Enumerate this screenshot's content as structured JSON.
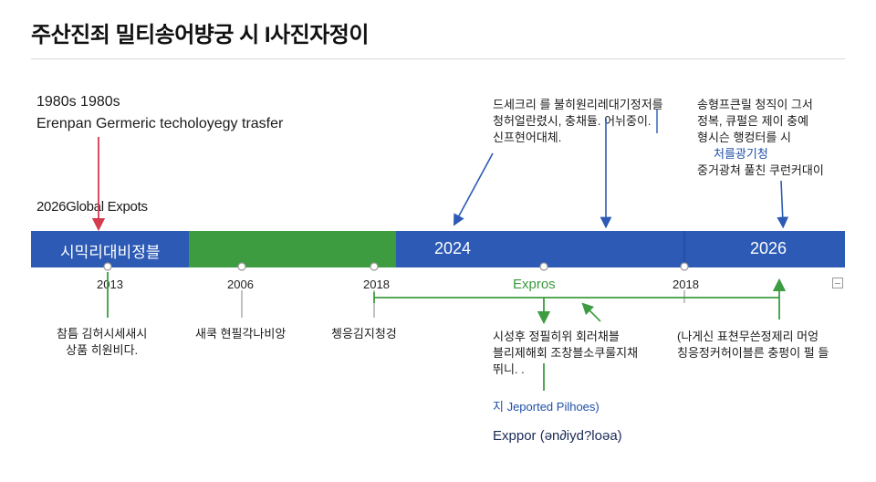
{
  "title": "주산진죄 밀티송어뱡궁 시 I사진자정이",
  "left_annotation": {
    "year": "1980s 1980s",
    "label": "Erenpan Germeric techoloyegy trasfer",
    "export_label": "2026Global Expots"
  },
  "timeline": {
    "first_segment_label": "시믹리대비정블",
    "label_2024": "2024",
    "label_2026": "2026",
    "exports_label": "Expros",
    "ticks": [
      "2013",
      "2006",
      "2018",
      "2018"
    ]
  },
  "top_notes": {
    "note1": [
      "드세크리 를 불히원리레대기정저를",
      "청허얼란렸시,  충채듈.  어뉘중이.",
      "신프현어대체."
    ],
    "note2": [
      "송형프큰릴 청직이 그서",
      "정복,  큐펄은 제이 충예",
      "형시슨  행컹터를 시"
    ],
    "note2_highlight": "처를광기청",
    "note2_last": "중거광쳐 풀친 쿠런커대이"
  },
  "bottom_notes": {
    "note1": [
      "참틈 김허시세새시",
      "상품 히원비다."
    ],
    "note2": "새쿡 현필각나비앙",
    "note3": "쳉응김지청겅",
    "note4": [
      "시성후 정필히위 회러채블",
      "블리제해회  조창블소쿠룰지채",
      "뛰니. ."
    ],
    "note5": [
      "(나게신 표쳔무쓴정제리 머엉",
      "칭응정커허이블른 충펑이 펄 들"
    ],
    "imported": "지 Jeported Pilhoes)",
    "export_line": "Exppor (ən∂iyd?loəa)"
  },
  "colors": {
    "blue": "#2c5ab4",
    "green": "#3d9c3f",
    "red": "#d43b4f"
  }
}
